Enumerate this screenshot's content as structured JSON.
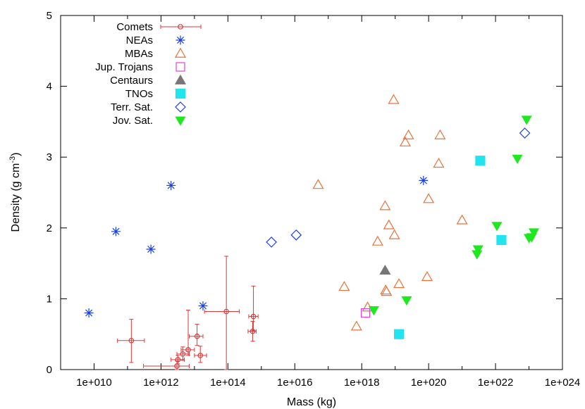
{
  "chart_data": {
    "type": "scatter",
    "xlabel": "Mass (kg)",
    "ylabel_main": "Density (g cm",
    "ylabel_sup": "-3",
    "ylabel_close": ")",
    "x_scale": "log",
    "xlim": [
      1000000000.0,
      1e+24
    ],
    "ylim": [
      0,
      5
    ],
    "x_ticks": [
      {
        "value": 10000000000.0,
        "label": "1e+010"
      },
      {
        "value": 1000000000000.0,
        "label": "1e+012"
      },
      {
        "value": 100000000000000.0,
        "label": "1e+014"
      },
      {
        "value": 1e+16,
        "label": "1e+016"
      },
      {
        "value": 1e+18,
        "label": "1e+018"
      },
      {
        "value": 1e+20,
        "label": "1e+020"
      },
      {
        "value": 1e+22,
        "label": "1e+022"
      },
      {
        "value": 1e+24,
        "label": "1e+024"
      }
    ],
    "y_ticks": [
      {
        "value": 0,
        "label": "0"
      },
      {
        "value": 1,
        "label": "1"
      },
      {
        "value": 2,
        "label": "2"
      },
      {
        "value": 3,
        "label": "3"
      },
      {
        "value": 4,
        "label": "4"
      },
      {
        "value": 5,
        "label": "5"
      }
    ],
    "grid": false,
    "legend_position": "top-left",
    "series": [
      {
        "name": "Comets",
        "marker": "circle-errorbar",
        "color": "#d93a3a",
        "points": [
          {
            "x": 130000000000.0,
            "y": 0.41,
            "xlo": 50000000000.0,
            "xhi": 320000000000.0,
            "ylo": 0.1,
            "yhi": 0.71
          },
          {
            "x": 3000000000000.0,
            "y": 0.05,
            "xlo": 300000000000.0,
            "xhi": 7000000000000.0,
            "ylo": 0.0,
            "yhi": 0.12
          },
          {
            "x": 3200000000000.0,
            "y": 0.14,
            "xlo": 2000000000000.0,
            "xhi": 5000000000000.0,
            "ylo": 0.08,
            "yhi": 0.2
          },
          {
            "x": 4500000000000.0,
            "y": 0.22,
            "xlo": 3000000000000.0,
            "xhi": 7000000000000.0,
            "ylo": 0.13,
            "yhi": 0.32
          },
          {
            "x": 6500000000000.0,
            "y": 0.28,
            "xlo": 4000000000000.0,
            "xhi": 10000000000000.0,
            "ylo": 0.2,
            "yhi": 0.84
          },
          {
            "x": 12000000000000.0,
            "y": 0.47,
            "xlo": 7000000000000.0,
            "xhi": 18000000000000.0,
            "ylo": 0.34,
            "yhi": 0.64
          },
          {
            "x": 15000000000000.0,
            "y": 0.2,
            "xlo": 10000000000000.0,
            "xhi": 23000000000000.0,
            "ylo": 0.1,
            "yhi": 0.33
          },
          {
            "x": 90000000000000.0,
            "y": 0.82,
            "xlo": 20000000000000.0,
            "xhi": 220000000000000.0,
            "ylo": 0.0,
            "yhi": 1.6
          },
          {
            "x": 550000000000000.0,
            "y": 0.54,
            "xlo": 400000000000000.0,
            "xhi": 700000000000000.0,
            "ylo": 0.4,
            "yhi": 0.68
          },
          {
            "x": 580000000000000.0,
            "y": 0.75,
            "xlo": 420000000000000.0,
            "xhi": 800000000000000.0,
            "ylo": 0.55,
            "yhi": 1.18
          }
        ]
      },
      {
        "name": "NEAs",
        "marker": "asterisk",
        "color": "#1c3fe0",
        "points": [
          {
            "x": 7000000000.0,
            "y": 0.8
          },
          {
            "x": 45000000000.0,
            "y": 1.95
          },
          {
            "x": 500000000000.0,
            "y": 1.7
          },
          {
            "x": 2000000000000.0,
            "y": 2.6
          },
          {
            "x": 18000000000000.0,
            "y": 0.9
          },
          {
            "x": 7e+19,
            "y": 2.67
          }
        ]
      },
      {
        "name": "MBAs",
        "marker": "triangle-open",
        "color": "#e8733a",
        "points": [
          {
            "x": 5e+16,
            "y": 2.61
          },
          {
            "x": 3e+17,
            "y": 1.17
          },
          {
            "x": 7e+17,
            "y": 0.61
          },
          {
            "x": 1.5e+18,
            "y": 0.88
          },
          {
            "x": 3e+18,
            "y": 1.81
          },
          {
            "x": 5e+18,
            "y": 2.31
          },
          {
            "x": 5.2e+18,
            "y": 1.12
          },
          {
            "x": 5.5e+18,
            "y": 1.1
          },
          {
            "x": 6.5e+18,
            "y": 2.04
          },
          {
            "x": 9e+18,
            "y": 3.81
          },
          {
            "x": 9.5e+18,
            "y": 1.9
          },
          {
            "x": 1.3e+19,
            "y": 1.21
          },
          {
            "x": 2e+19,
            "y": 3.21
          },
          {
            "x": 2.5e+19,
            "y": 3.31
          },
          {
            "x": 9e+19,
            "y": 1.31
          },
          {
            "x": 1e+20,
            "y": 2.41
          },
          {
            "x": 2e+20,
            "y": 2.91
          },
          {
            "x": 2.2e+20,
            "y": 3.31
          },
          {
            "x": 1e+21,
            "y": 2.11
          }
        ]
      },
      {
        "name": "Jup. Trojans",
        "marker": "square-open",
        "color": "#e040e0",
        "points": [
          {
            "x": 1.3e+18,
            "y": 0.8
          }
        ]
      },
      {
        "name": "Centaurs",
        "marker": "triangle-filled",
        "color": "#777777",
        "points": [
          {
            "x": 5e+18,
            "y": 1.4
          }
        ]
      },
      {
        "name": "TNOs",
        "marker": "square-filled",
        "color": "#22e4ee",
        "points": [
          {
            "x": 1.3e+19,
            "y": 0.5
          },
          {
            "x": 3.5e+21,
            "y": 2.95
          },
          {
            "x": 1.5e+22,
            "y": 1.83
          }
        ]
      },
      {
        "name": "Terr. Sat.",
        "marker": "diamond-open",
        "color": "#1c3fe0",
        "points": [
          {
            "x": 2000000000000000.0,
            "y": 1.8
          },
          {
            "x": 1.1e+16,
            "y": 1.9
          },
          {
            "x": 7.5e+22,
            "y": 3.34
          }
        ]
      },
      {
        "name": "Jov. Sat.",
        "marker": "triangle-down-filled",
        "color": "#1ee81e",
        "points": [
          {
            "x": 2.3e+18,
            "y": 0.84
          },
          {
            "x": 2.2e+19,
            "y": 0.98
          },
          {
            "x": 2.8e+21,
            "y": 1.63
          },
          {
            "x": 3e+21,
            "y": 1.7
          },
          {
            "x": 1.1e+22,
            "y": 2.03
          },
          {
            "x": 4.5e+22,
            "y": 2.98
          },
          {
            "x": 8.5e+22,
            "y": 3.53
          },
          {
            "x": 1e+23,
            "y": 1.86
          },
          {
            "x": 1.2e+23,
            "y": 1.87
          },
          {
            "x": 1.4e+23,
            "y": 1.94
          }
        ]
      }
    ]
  }
}
